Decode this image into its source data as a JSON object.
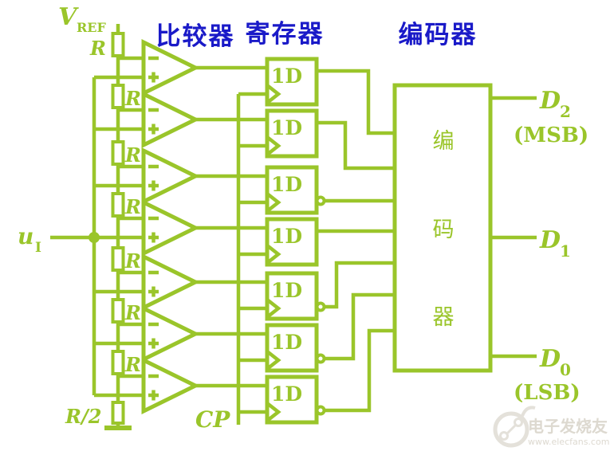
{
  "colors": {
    "wire": "#9AC52A",
    "header_text": "#1A1AC8",
    "background": "#FFFFFF",
    "watermark_text": "#DDD9D0",
    "watermark_logo": "#E4E1DA"
  },
  "column_headers": {
    "comparator": "比较器",
    "register": "寄存器",
    "encoder": "编码器"
  },
  "reference": {
    "symbol": "V",
    "subscript": "REF"
  },
  "input": {
    "symbol": "u",
    "subscript": "I"
  },
  "clock": {
    "label": "CP"
  },
  "ladder": {
    "resistor_labels": [
      "R",
      "R",
      "R",
      "R",
      "R",
      "R",
      "R"
    ],
    "bottom_resistor_label": "R/2"
  },
  "registers": {
    "cell_label": "1D",
    "cell_count": 7
  },
  "encoder_block": {
    "chars": [
      "编",
      "码",
      "器"
    ]
  },
  "outputs": [
    {
      "symbol": "D",
      "subscript": "2",
      "annotation": "(MSB)"
    },
    {
      "symbol": "D",
      "subscript": "1",
      "annotation": ""
    },
    {
      "symbol": "D",
      "subscript": "0",
      "annotation": "(LSB)"
    }
  ],
  "watermark": {
    "brand": "电子发烧友",
    "url": "www.elecfans.com"
  }
}
